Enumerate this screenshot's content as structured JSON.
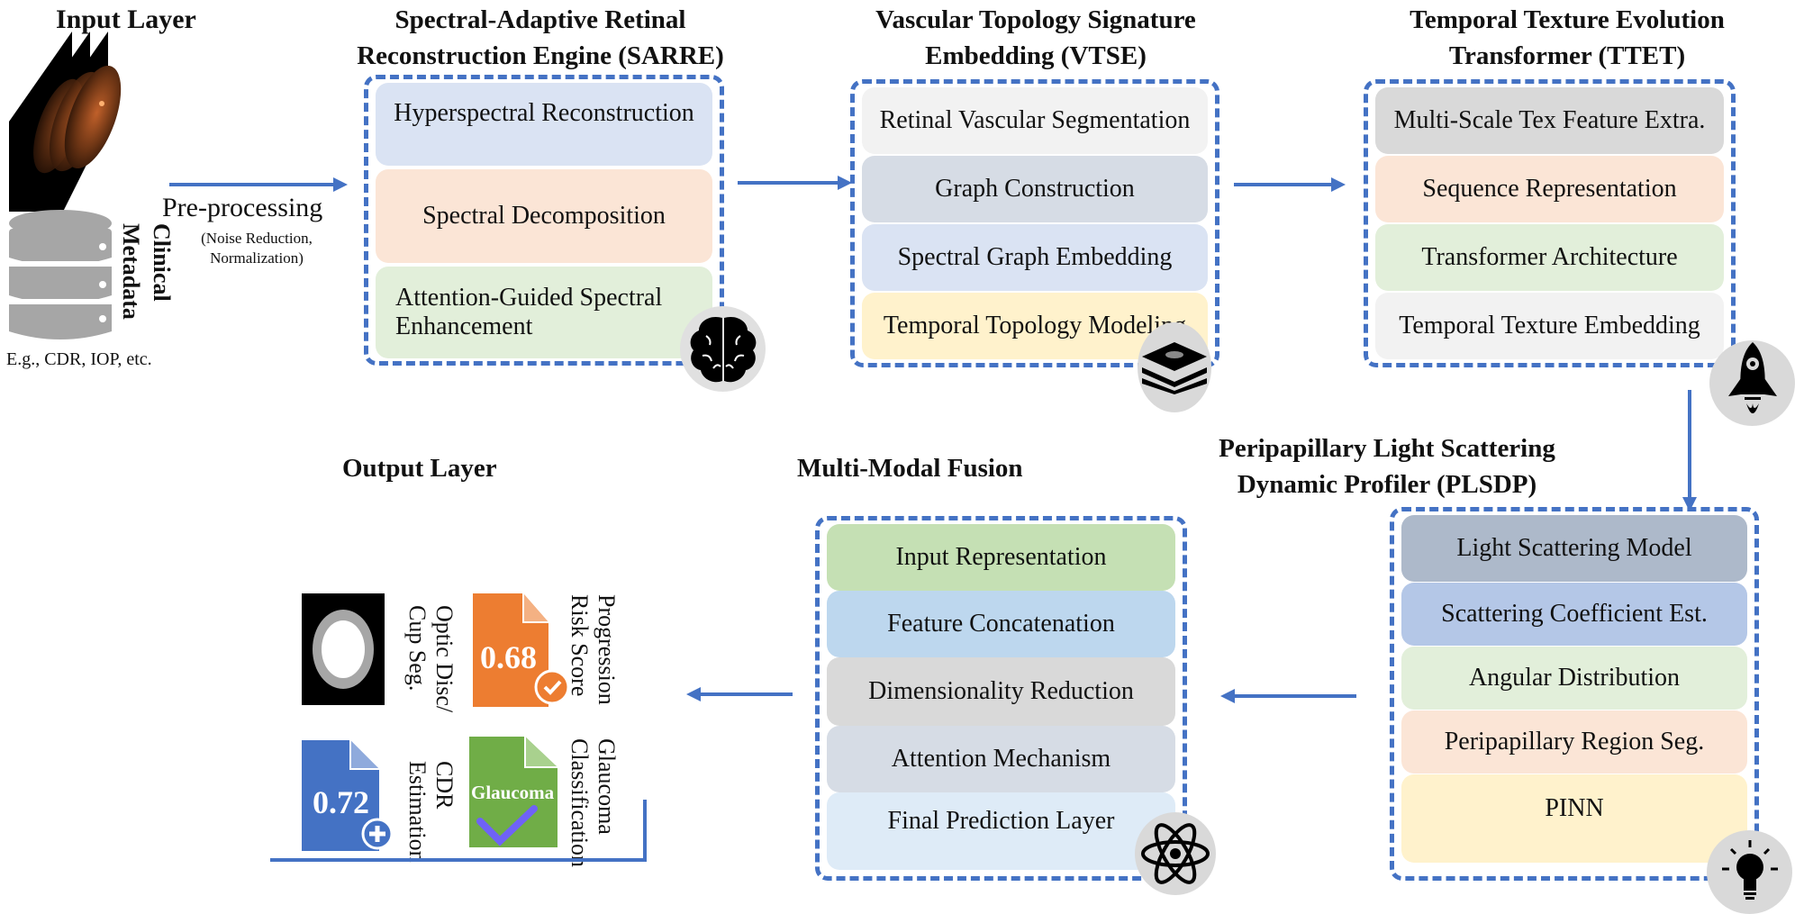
{
  "input_layer": {
    "title": "Input Layer",
    "metadata_label_line1": "Clinical",
    "metadata_label_line2": "Metadata",
    "metadata_examples": "E.g., CDR, IOP, etc.",
    "preprocessing_label": "Pre-processing",
    "preprocessing_detail_line1": "(Noise Reduction,",
    "preprocessing_detail_line2": "Normalization)"
  },
  "modules": {
    "sarre": {
      "title_line1": "Spectral-Adaptive Retinal",
      "title_line2": "Reconstruction Engine (SARRE)",
      "icon": "brain-icon",
      "rows": [
        {
          "label": "Hyperspectral Reconstruction",
          "color": "#dae3f3"
        },
        {
          "label": "Spectral Decomposition",
          "color": "#fbe5d6"
        },
        {
          "label_line1": "Attention-Guided Spectral",
          "label_line2": "Enhancement",
          "color": "#e2efda"
        }
      ]
    },
    "vtse": {
      "title_line1": "Vascular Topology Signature",
      "title_line2": "Embedding (VTSE)",
      "icon": "layers-icon",
      "rows": [
        {
          "label": "Retinal Vascular Segmentation",
          "color": "#f2f2f2"
        },
        {
          "label": "Graph Construction",
          "color": "#d6dce5"
        },
        {
          "label": "Spectral Graph Embedding",
          "color": "#dae3f3"
        },
        {
          "label": "Temporal Topology Modeling",
          "color": "#fff2cc"
        }
      ]
    },
    "ttet": {
      "title_line1": "Temporal Texture Evolution",
      "title_line2": "Transformer (TTET)",
      "icon": "rocket-icon",
      "rows": [
        {
          "label": "Multi-Scale Tex Feature Extra.",
          "color": "#d9d9d9"
        },
        {
          "label": "Sequence Representation",
          "color": "#fbe5d6"
        },
        {
          "label": "Transformer Architecture",
          "color": "#e2efda"
        },
        {
          "label": "Temporal Texture Embedding",
          "color": "#f2f2f2"
        }
      ]
    },
    "plsdp": {
      "title_line1": "Peripapillary Light Scattering",
      "title_line2": "Dynamic Profiler (PLSDP)",
      "icon": "lightbulb-icon",
      "rows": [
        {
          "label": "Light Scattering Model",
          "color": "#adb9ca"
        },
        {
          "label": "Scattering Coefficient Est.",
          "color": "#b4c7e7"
        },
        {
          "label": "Angular Distribution",
          "color": "#e2efda"
        },
        {
          "label": "Peripapillary Region Seg.",
          "color": "#fbe5d6"
        },
        {
          "label": "PINN",
          "color": "#fff2cc"
        }
      ]
    },
    "fusion": {
      "title": "Multi-Modal Fusion",
      "icon": "atom-icon",
      "rows": [
        {
          "label": "Input Representation",
          "color": "#c5e0b4"
        },
        {
          "label": "Feature Concatenation",
          "color": "#bdd7ee"
        },
        {
          "label": "Dimensionality Reduction",
          "color": "#d9d9d9"
        },
        {
          "label": "Attention Mechanism",
          "color": "#d6dce5"
        },
        {
          "label": "Final Prediction Layer",
          "color": "#deebf7"
        }
      ]
    }
  },
  "output_layer": {
    "title": "Output Layer",
    "optic_disc_label_line1": "Optic Disc/",
    "optic_disc_label_line2": "Cup Seg.",
    "progression_label_line1": "Progression",
    "progression_label_line2": "Risk Score",
    "progression_value": "0.68",
    "cdr_label_line1": "CDR",
    "cdr_label_line2": "Estimation",
    "cdr_value": "0.72",
    "glaucoma_label_line1": "Glaucoma",
    "glaucoma_label_line2": "Classification",
    "glaucoma_value": "Glaucoma"
  },
  "colors": {
    "accent_blue": "#4472c4",
    "orange": "#ed7d31",
    "green": "#70ad47",
    "icon_badge": "#d9d9d9"
  }
}
